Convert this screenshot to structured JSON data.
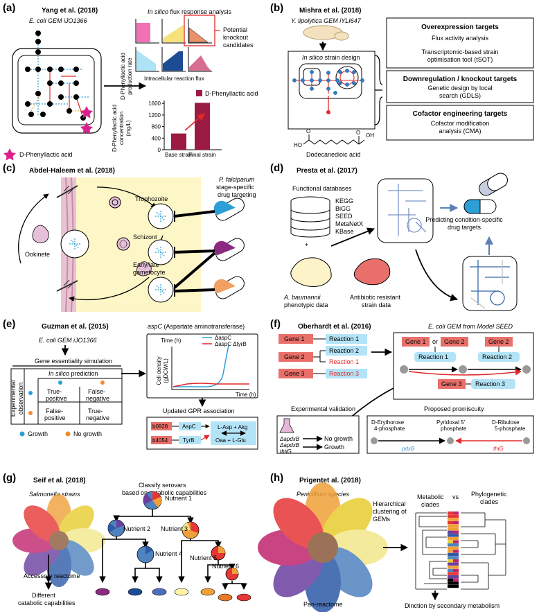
{
  "panels": {
    "a": {
      "letter": "(a)",
      "author": "Yang et al. (2018)",
      "model": "E. coli GEM iJO1366",
      "flux_title_italic": "In silico",
      "flux_title_rest": " flux response analysis",
      "prod_ylabel_1": "D-Phenyllactic acid",
      "prod_ylabel_2": "production rate",
      "xlabel": "Intracellular reaction flux",
      "candidates_1": "Potential",
      "candidates_2": "knockout",
      "candidates_3": "candidates",
      "compound": "D-Phenyllactic acid",
      "conc_ylabel_1": "D-Phenyllactic acid",
      "conc_ylabel_2": "concentration",
      "conc_ylabel_3": "(mg/L)",
      "chart_data": {
        "type": "bar",
        "categories": [
          "Base strain",
          "Final strain"
        ],
        "values": [
          560,
          1620
        ],
        "series": [
          {
            "name": "D-Phenyllactic acid",
            "values": [
              560,
              1620
            ]
          }
        ],
        "yticks": [
          "0",
          "400",
          "800",
          "1200",
          "1600"
        ],
        "ylim": [
          0,
          1700
        ],
        "color": "#9b1b42"
      }
    },
    "b": {
      "letter": "(b)",
      "author": "Mishra et al. (2018)",
      "model": "Y. lipolytica GEM iYLI647",
      "design_italic": "In silico",
      "design_rest": " strain design",
      "product": "Dodecanedioic acid",
      "ho": "HO",
      "oh": "OH",
      "o": "O",
      "targets": [
        {
          "title": "Overexpression targets",
          "lines": [
            "Flux activity analysis",
            "",
            "Transcriptomic-based strain",
            "optimisation tool (tSOT)"
          ]
        },
        {
          "title": "Downregulation / knockout targets",
          "lines": [
            "Genetic design by local",
            "search (GDLS)"
          ]
        },
        {
          "title": "Cofactor engineering targets",
          "lines": [
            "Cofactor modification",
            "analysis (CMA)"
          ]
        }
      ]
    },
    "c": {
      "letter": "(c)",
      "author": "Abdel-Haleem et al. (2018)",
      "stages": [
        "Trophozoite",
        "Schizont",
        "Early/late",
        "gametocyte",
        "Ookinete"
      ],
      "drug_1": "P. falciparum",
      "drug_2": "stage-specific",
      "drug_3": "drug targeting"
    },
    "d": {
      "letter": "(d)",
      "author": "Presta et al. (2017)",
      "db_title": "Functional databases",
      "databases": [
        "KEGG",
        "BiGG",
        "SEED",
        "MetaNetX",
        "KBase"
      ],
      "plus": "+",
      "organism": "A. baumannii",
      "pheno": "phenotypic data",
      "resist_1": "Antibiotic resistant",
      "resist_2": "strain data",
      "result": "Predicting condition-specific",
      "result_2": "drug targets"
    },
    "e": {
      "letter": "(e)",
      "author": "Guzman et al. (2015)",
      "model": "E. coli GEM iJO1366",
      "sim": "Gene essentiality simulation",
      "pred_italic": "In silico",
      "pred_rest": " prediction",
      "obs_1": "Experimental",
      "obs_2": "observation",
      "cells": [
        "True-",
        "positive",
        "False-",
        "negative",
        "False-",
        "positive",
        "True-",
        "negative"
      ],
      "growth": "Growth",
      "nogrowth": "No growth",
      "gene": "aspC",
      "gene_desc": " (Aspartate aminotransferase)",
      "time_top": "Time (h)",
      "time_bottom": "Time (h)",
      "ylabel_1": "Cell density",
      "ylabel_2": "(gDCW/L)",
      "legend_1": "ΔaspC",
      "legend_2": "ΔaspC ΔtyrB",
      "gpr_title": "Updated GPR association",
      "gpr_genes": [
        "b0928",
        "b4054"
      ],
      "gpr_enz": [
        "AspC",
        "TyrB"
      ],
      "gpr_met_1": "L-Asp + Akg",
      "gpr_met_2": "Oaa + L-Glu"
    },
    "f": {
      "letter": "(f)",
      "author": "Oberhardt et al. (2016)",
      "model_title": "E. coli GEM from Model SEED",
      "genes": [
        "Gene 1",
        "Gene 2",
        "Gene 3"
      ],
      "reactions": [
        "Reaction 1",
        "Reaction 2",
        "Reaction 1",
        "Reaction 3"
      ],
      "or": "or",
      "g1": "Gene 1",
      "g2": "Gene 2",
      "g2b": "Gene 2",
      "g3": "Gene 3",
      "r1": "Reaction 1",
      "r2": "Reaction 2",
      "r3": "Reaction 3",
      "validation": "Experimental validation",
      "promiscuity": "Proposed promiscuity",
      "strain_1": "ΔapdxB",
      "strain_2": "ΔapdxB",
      "strain_3": "thtiG",
      "no_growth": "No growth",
      "growth": "Growth",
      "mets": [
        "D-Erythorose",
        "4-phosphate",
        "Pyridoxal 5'",
        "phosphate",
        "D-Ribulose",
        "5-phosphate"
      ],
      "pdxb": "pdxB",
      "thig": "thiG"
    },
    "g": {
      "letter": "(g)",
      "author": "Seif et al. (2018)",
      "organism": "Salmonella strains",
      "classify_1": "Classify serovars",
      "classify_2": "based on catabolic capabilities",
      "nutrients": [
        "Nutrient 1",
        "Nutrient 2",
        "Nutrient 3",
        "Nutrient 4",
        "Nutrient 5",
        "Nutrient 6"
      ],
      "accessory": "Accessory reactome",
      "different_1": "Different",
      "different_2": "catabolic capabilities"
    },
    "h": {
      "letter": "(h)",
      "author": "Prigentet al. (2018)",
      "organism": "Penicillium species",
      "cluster": [
        "Hierarchical",
        "clustering of",
        "GEMs"
      ],
      "metabolic_1": "Metabolic",
      "metabolic_2": "clades",
      "vs": "vs",
      "phylo_1": "Phylogenetic",
      "phylo_2": "clades",
      "pan": "Pan-reactome",
      "distinction": "Dinction by secondary metabolism"
    }
  },
  "colors": {
    "magenta": "#d9208c",
    "bar": "#9b1b42",
    "blue": "#2b9fd6",
    "red": "#e02828",
    "pale_yellow": "#fdf6c6",
    "salmon": "#e9706a",
    "light_blue": "#b3e3f7"
  }
}
